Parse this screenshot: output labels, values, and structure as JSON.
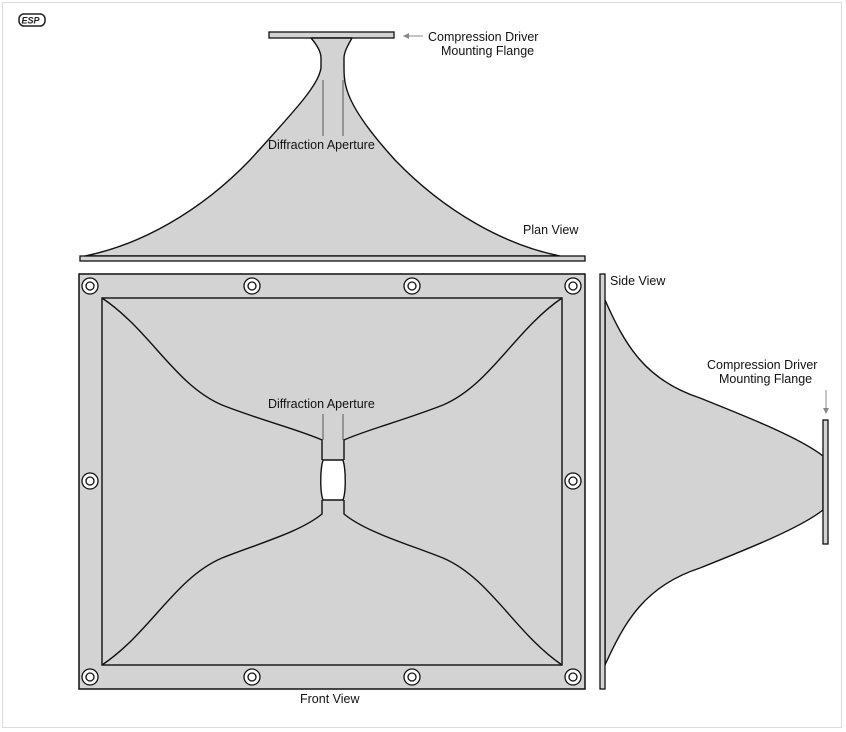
{
  "logo": {
    "text": "ESP"
  },
  "labels": {
    "top_flange": [
      "Compression Driver",
      "Mounting Flange"
    ],
    "side_flange": [
      "Compression Driver",
      "Mounting Flange"
    ],
    "plan_aperture": "Diffraction Aperture",
    "front_aperture": "Diffraction Aperture",
    "plan_view": "Plan View",
    "side_view": "Side View",
    "front_view": "Front View"
  },
  "colors": {
    "fill": "#d3d3d3",
    "stroke": "#111111",
    "background": "#ffffff"
  }
}
